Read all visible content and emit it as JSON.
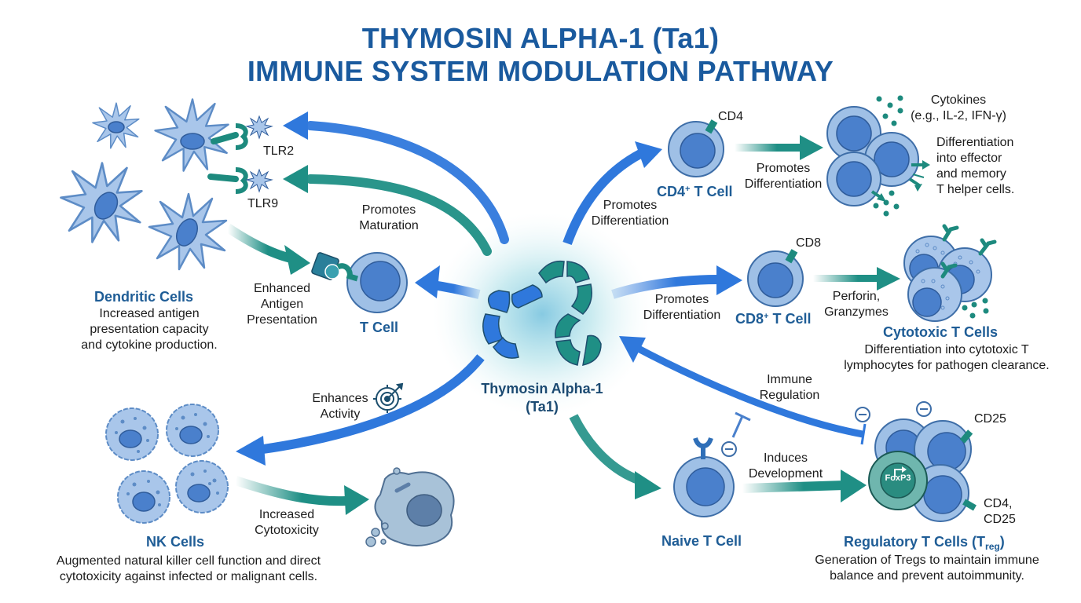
{
  "title": {
    "line1": "THYMOSIN ALPHA-1 (Ta1)",
    "line2": "IMMUNE SYSTEM MODULATION PATHWAY"
  },
  "colors": {
    "title": "#1a5a9e",
    "header": "#1f5d96",
    "blue_arrow": "#2f78dc",
    "teal_arrow": "#1f8f85",
    "cell_outer": "#9fc0e6",
    "cell_inner": "#4a80cc",
    "receptor": "#1d8a7e",
    "foxp3": "#2a8c80"
  },
  "center": {
    "name_line1": "Thymosin Alpha-1",
    "name_line2": "(Ta1)"
  },
  "dendritic": {
    "receptor1": "TLR2",
    "receptor2": "TLR9",
    "header": "Dendritic Cells",
    "desc": [
      "Increased antigen",
      "presentation capacity",
      "and cytokine production."
    ],
    "arrow_label": [
      "Promotes",
      "Maturation"
    ]
  },
  "t_cell": {
    "header": "T Cell",
    "arrow_label": [
      "Enhanced",
      "Antigen",
      "Presentation"
    ]
  },
  "cd4": {
    "marker": "CD4",
    "header_main": "CD4",
    "header_sup": "+",
    "header_rest": " T Cell",
    "in_label": [
      "Promotes",
      "Differentiation"
    ],
    "out_label": [
      "Promotes",
      "Differentiation"
    ],
    "cytokines": [
      "Cytokines",
      "(e.g., IL-2, IFN-γ)"
    ],
    "result": [
      "Differentiation",
      "into effector",
      "and memory",
      "T helper cells."
    ]
  },
  "cd8": {
    "marker": "CD8",
    "header_main": "CD8",
    "header_sup": "+",
    "header_rest": " T Cell",
    "in_label": [
      "Promotes",
      "Differentiation"
    ],
    "out_label": [
      "Perforin,",
      "Granzymes"
    ]
  },
  "cytotoxic": {
    "header": "Cytotoxic T Cells",
    "desc": [
      "Differentiation into cytotoxic T",
      "lymphocytes for pathogen clearance."
    ]
  },
  "nk": {
    "header": "NK Cells",
    "in_label": [
      "Enhances",
      "Activity"
    ],
    "out_label": [
      "Increased",
      "Cytotoxicity"
    ],
    "desc": [
      "Augmented natural killer cell function and direct",
      "cytotoxicity against infected or malignant cells."
    ]
  },
  "naive": {
    "header": "Naive T Cell",
    "out_label": [
      "Induces",
      "Development"
    ]
  },
  "treg": {
    "header_main": "Regulatory T Cells (T",
    "header_sub": "reg",
    "header_end": ")",
    "marker1": "CD25",
    "marker2": [
      "CD4,",
      "CD25"
    ],
    "foxp3": "FoxP3",
    "feedback_label": [
      "Immune",
      "Regulation"
    ],
    "desc": [
      "Generation of Tregs to maintain immune",
      "balance and prevent autoimmunity."
    ]
  }
}
